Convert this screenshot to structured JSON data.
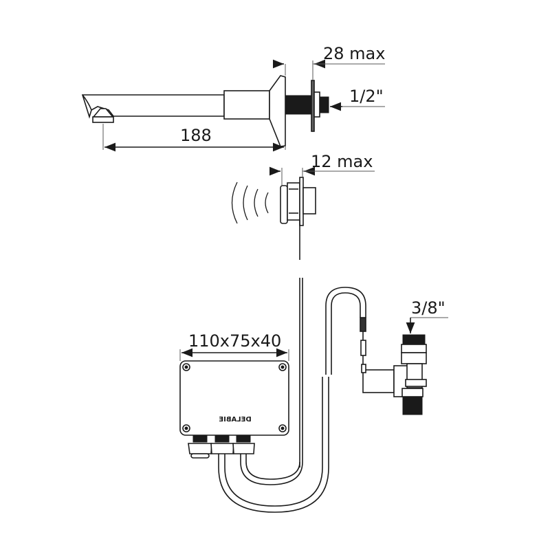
{
  "dimensions": {
    "projection": "28 max",
    "inlet_thread": "1/2\"",
    "spout_length": "188",
    "sensor_projection": "12 max",
    "box_size": "110x75x40",
    "valve_thread": "3/8\""
  },
  "logo": {
    "text": "DELABIE",
    "mirrored": true
  },
  "colors": {
    "line": "#1a1a1a",
    "background": "#ffffff"
  }
}
